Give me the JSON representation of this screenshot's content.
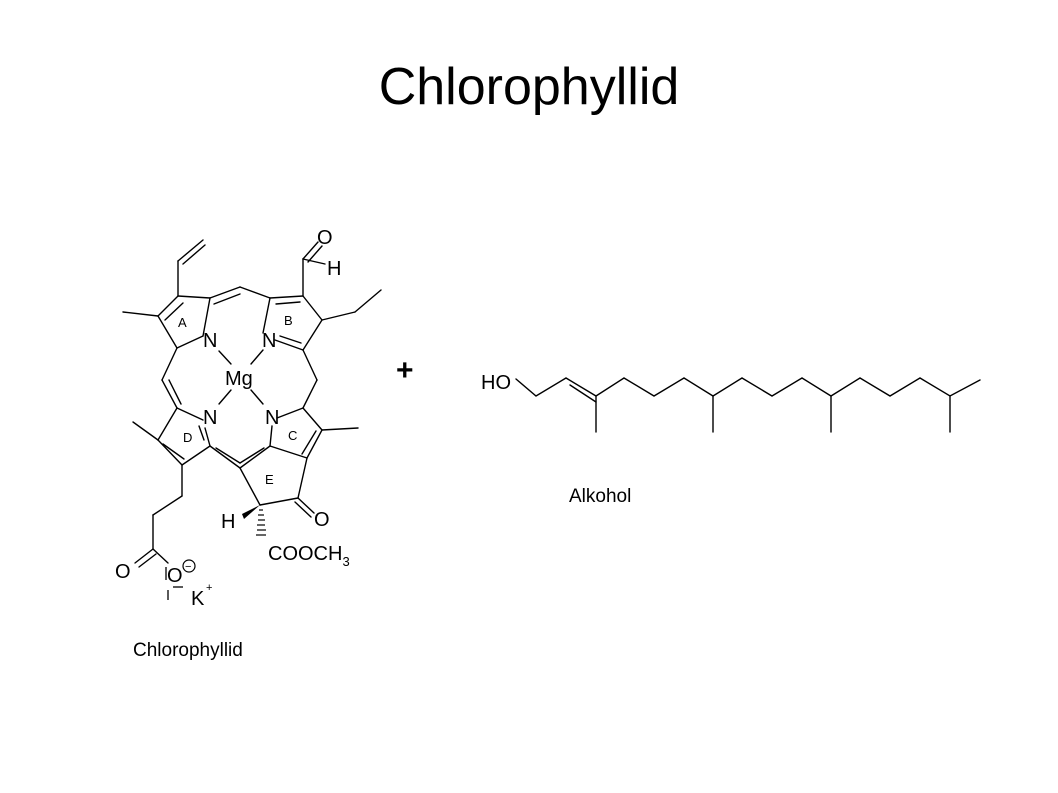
{
  "title": "Chlorophyllid",
  "molecule_left": {
    "atoms": {
      "metal": "Mg",
      "n_a": "N",
      "n_b": "N",
      "n_c": "N",
      "n_d": "N",
      "aldehyde_o": "O",
      "aldehyde_h": "H",
      "keto_o": "O",
      "stereo_h": "H",
      "ester": "COOCH",
      "ester_sub": "3",
      "acid_o_double": "O",
      "acid_o_single": "O",
      "counter_ion": "K",
      "plus_charge": "+",
      "minus_charge": "−"
    },
    "ring_labels": {
      "a": "A",
      "b": "B",
      "c": "C",
      "d": "D",
      "e": "E"
    },
    "caption": "Chlorophyllid"
  },
  "reaction": {
    "operator": "+"
  },
  "molecule_right": {
    "hydroxyl": "HO",
    "caption": "Alkohol"
  },
  "colors": {
    "background": "#ffffff",
    "ink": "#000000"
  }
}
